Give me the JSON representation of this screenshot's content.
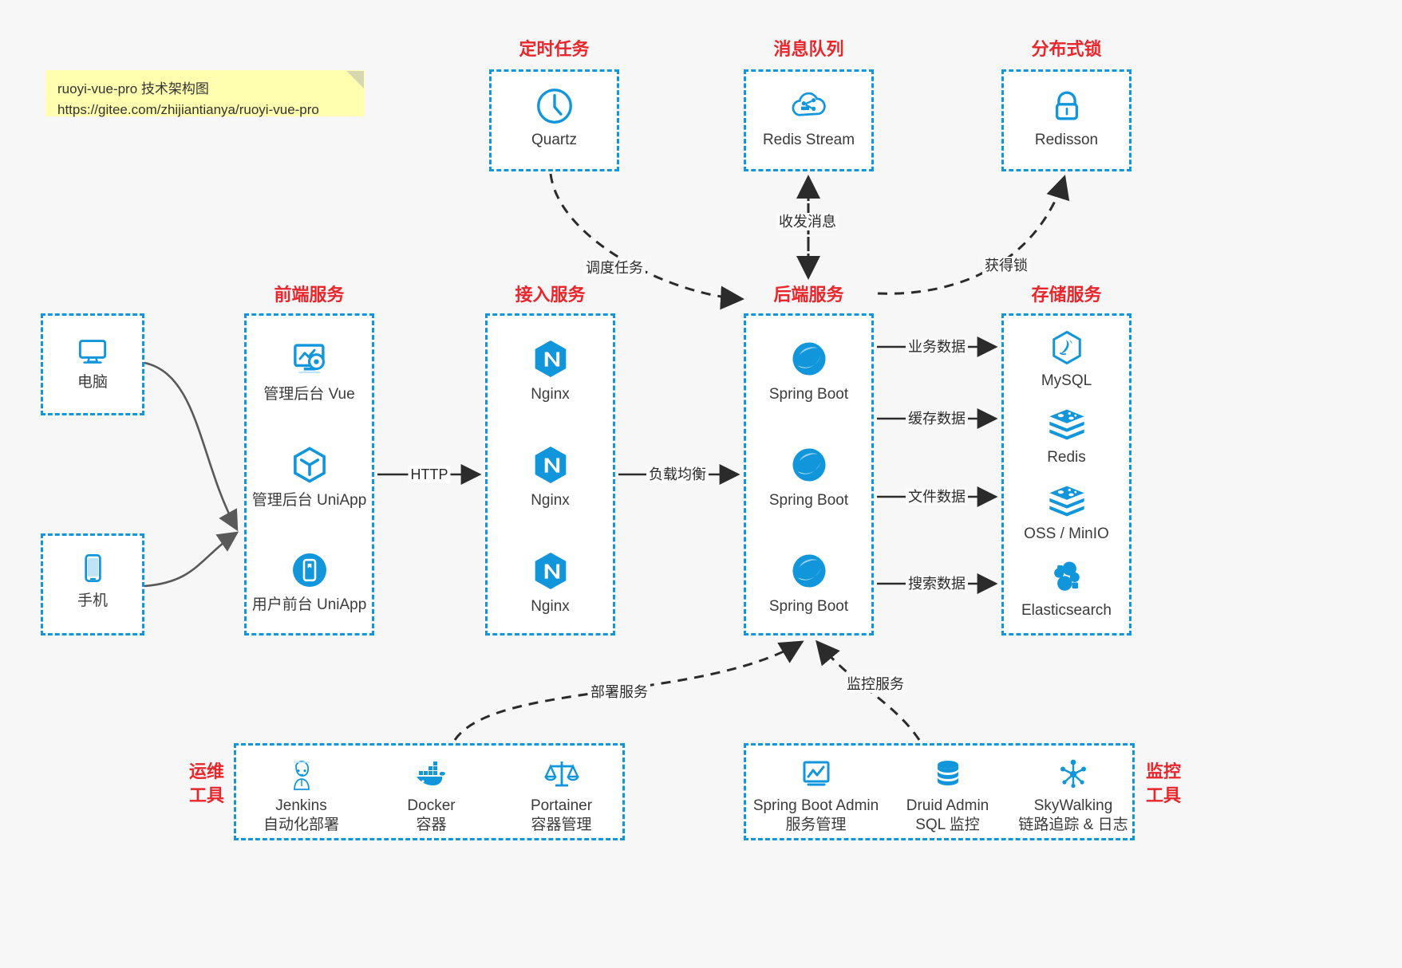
{
  "note": {
    "line1": "ruoyi-vue-pro 技术架构图",
    "line2": "https://gitee.com/zhijiantianya/ruoyi-vue-pro"
  },
  "colors": {
    "accent": "#1296db",
    "title_red": "#e8262b",
    "background": "#f7f7f7",
    "note_bg": "#ffffaf",
    "arrow": "#2b2b2b",
    "curve_gray": "#595959"
  },
  "groups": {
    "scheduled_task": {
      "title": "定时任务",
      "nodes": [
        {
          "label": "Quartz",
          "icon": "clock-icon"
        }
      ]
    },
    "message_queue": {
      "title": "消息队列",
      "nodes": [
        {
          "label": "Redis Stream",
          "icon": "cloud-stream-icon"
        }
      ]
    },
    "distributed_lock": {
      "title": "分布式锁",
      "nodes": [
        {
          "label": "Redisson",
          "icon": "lock-icon"
        }
      ]
    },
    "device_pc": {
      "title": "",
      "nodes": [
        {
          "label": "电脑",
          "icon": "desktop-icon"
        }
      ]
    },
    "device_mobile": {
      "title": "",
      "nodes": [
        {
          "label": "手机",
          "icon": "phone-icon"
        }
      ]
    },
    "frontend": {
      "title": "前端服务",
      "nodes": [
        {
          "label": "管理后台 Vue",
          "icon": "dashboard-settings-icon"
        },
        {
          "label": "管理后台 UniApp",
          "icon": "cube-icon"
        },
        {
          "label": "用户前台 UniApp",
          "icon": "mobile-app-icon"
        }
      ]
    },
    "gateway": {
      "title": "接入服务",
      "nodes": [
        {
          "label": "Nginx",
          "icon": "nginx-icon"
        },
        {
          "label": "Nginx",
          "icon": "nginx-icon"
        },
        {
          "label": "Nginx",
          "icon": "nginx-icon"
        }
      ]
    },
    "backend": {
      "title": "后端服务",
      "nodes": [
        {
          "label": "Spring Boot",
          "icon": "spring-icon"
        },
        {
          "label": "Spring Boot",
          "icon": "spring-icon"
        },
        {
          "label": "Spring Boot",
          "icon": "spring-icon"
        }
      ]
    },
    "storage": {
      "title": "存储服务",
      "nodes": [
        {
          "label": "MySQL",
          "icon": "mysql-icon"
        },
        {
          "label": "Redis",
          "icon": "redis-icon"
        },
        {
          "label": "OSS / MinIO",
          "icon": "redis-icon"
        },
        {
          "label": "Elasticsearch",
          "icon": "elasticsearch-icon"
        }
      ]
    },
    "devops_tools": {
      "title": "运维\n工具",
      "title_line1": "运维",
      "title_line2": "工具",
      "nodes": [
        {
          "label": "Jenkins",
          "label2": "自动化部署",
          "icon": "jenkins-icon"
        },
        {
          "label": "Docker",
          "label2": "容器",
          "icon": "docker-icon"
        },
        {
          "label": "Portainer",
          "label2": "容器管理",
          "icon": "scales-icon"
        }
      ]
    },
    "monitor_tools": {
      "title_line1": "监控",
      "title_line2": "工具",
      "nodes": [
        {
          "label": "Spring Boot Admin",
          "label2": "服务管理",
          "icon": "monitor-chart-icon"
        },
        {
          "label": "Druid Admin",
          "label2": "SQL 监控",
          "icon": "database-icon"
        },
        {
          "label": "SkyWalking",
          "label2": "链路追踪 & 日志",
          "icon": "skywalking-icon"
        }
      ]
    }
  },
  "edges": [
    {
      "id": "http",
      "label": "HTTP"
    },
    {
      "id": "load-balance",
      "label": "负载均衡"
    },
    {
      "id": "schedule-task",
      "label": "调度任务"
    },
    {
      "id": "send-receive-message",
      "label": "收发消息"
    },
    {
      "id": "acquire-lock",
      "label": "获得锁"
    },
    {
      "id": "business-data",
      "label": "业务数据"
    },
    {
      "id": "cache-data",
      "label": "缓存数据"
    },
    {
      "id": "file-data",
      "label": "文件数据"
    },
    {
      "id": "search-data",
      "label": "搜索数据"
    },
    {
      "id": "deploy-service",
      "label": "部署服务"
    },
    {
      "id": "monitor-service",
      "label": "监控服务"
    }
  ]
}
